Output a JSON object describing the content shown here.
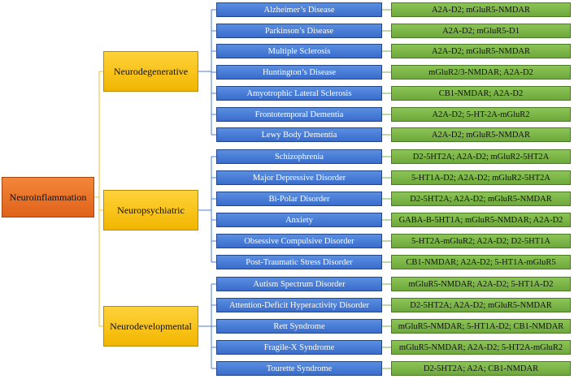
{
  "root": {
    "label": "Neuroinflammation"
  },
  "colors": {
    "root": "#e8702a",
    "category": "#f9c20a",
    "disease": "#4a7fd8",
    "receptor": "#7ab648",
    "connector": "#f2c230"
  },
  "categories": [
    {
      "label": "Neurodegenerative",
      "diseases": [
        {
          "name": "Alzheimer’s Disease",
          "receptors": "A2A-D2; mGluR5-NMDAR"
        },
        {
          "name": "Parkinson’s Disease",
          "receptors": "A2A-D2; mGluR5-D1"
        },
        {
          "name": "Multiple Sclerosis",
          "receptors": "A2A-D2; mGluR5-NMDAR"
        },
        {
          "name": "Huntington’s Disease",
          "receptors": "mGluR2/3-NMDAR; A2A-D2"
        },
        {
          "name": "Amyotrophic Lateral Sclerosis",
          "receptors": "CB1-NMDAR; A2A-D2"
        },
        {
          "name": "Frontotemporal Dementia",
          "receptors": "A2A-D2; 5-HT-2A-mGluR2"
        },
        {
          "name": "Lewy Body Dementia",
          "receptors": "A2A-D2; mGluR5-NMDAR"
        }
      ]
    },
    {
      "label": "Neuropsychiatric",
      "diseases": [
        {
          "name": "Schizophrenia",
          "receptors": "D2-5HT2A; A2A-D2; mGluR2-5HT2A"
        },
        {
          "name": "Major Depressive Disorder",
          "receptors": "5-HT1A-D2; A2A-D2; mGluR2-5HT2A"
        },
        {
          "name": "Bi-Polar Disorder",
          "receptors": "D2-5HT2A; A2A-D2; mGluR5-NMDAR"
        },
        {
          "name": "Anxiety",
          "receptors": "GABA-B-5HT1A; mGluR5-NMDAR; A2A-D2"
        },
        {
          "name": "Obsessive Compulsive Disorder",
          "receptors": "5-HT2A-mGluR2; A2A-D2; D2-5HT1A"
        },
        {
          "name": "Post-Traumatic Stress Disorder",
          "receptors": "CB1-NMDAR; A2A-D2; 5-HT1A-mGluR5"
        }
      ]
    },
    {
      "label": "Neurodevelopmental",
      "diseases": [
        {
          "name": "Autism Spectrum Disorder",
          "receptors": "mGluR5-NMDAR; A2A-D2; 5-HT1A-D2"
        },
        {
          "name": "Attention-Deficit Hyperactivity Disorder",
          "receptors": "D2-5HT2A; A2A-D2; mGluR5-NMDAR"
        },
        {
          "name": "Rett Syndrome",
          "receptors": "mGluR5-NMDAR; 5-HT1A-D2; CB1-NMDAR"
        },
        {
          "name": "Fragile-X Syndrome",
          "receptors": "mGluR5-NMDAR; A2A-D2; 5-HT2A-mGluR2"
        },
        {
          "name": "Tourette Syndrome",
          "receptors": "D2-5HT2A; A2A; CB1-NMDAR"
        }
      ]
    }
  ]
}
